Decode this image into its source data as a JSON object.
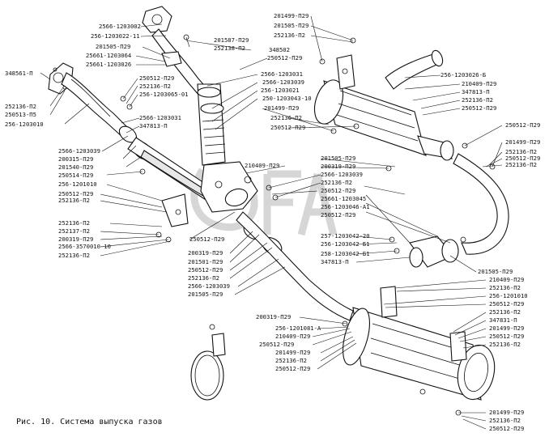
{
  "caption": "Рис. 10. Система выпуска газов",
  "callouts": {
    "c1": "2566-1203002",
    "c2": "256-1203022-11",
    "c3": "201505-П29",
    "c4": "25661-1203064",
    "c5": "25661-1203026",
    "c6": "201587-П29",
    "c7": "252138-П2",
    "c8": "348502",
    "c9": "250512-П29",
    "c10": "2566-1203031",
    "c11": "2566-1203039",
    "c12": "256-1203021",
    "c13": "250-1203043-10",
    "c14": "201499-П29",
    "c15": "201505-П29",
    "c16": "252136-П2",
    "c17": "256-1203026-Б",
    "c18": "210409-П29",
    "c19": "347813-П",
    "c20": "252136-П2",
    "c21": "250512-П29",
    "c22": "201499-П29",
    "c23": "252136-П2",
    "c24": "250512-П29",
    "c25": "348561-П",
    "c26": "252136-П2",
    "c27": "250513-П5",
    "c28": "256-1203010",
    "c29": "250512-П29",
    "c30": "252136-П2",
    "c31": "256-1203065-01",
    "c32": "2566-1203031",
    "c33": "347813-П",
    "c34": "250512-П29",
    "c35": "201499-П29",
    "c36": "252136-П2",
    "c37": "250512-П29",
    "c38": "252136-П2",
    "c39": "2566-1203039",
    "c40": "200315-П29",
    "c41": "201540-П29",
    "c42": "250514-П29",
    "c43": "256-1201010",
    "c44": "250512-П29",
    "c45": "252136-П2",
    "c46": "210409-П29",
    "c47": "201505-П29",
    "c48": "200319-П29",
    "c49": "2566-1203039",
    "c50": "252136-П2",
    "c51": "250512-П29",
    "c52": "25661-1203045",
    "c53": "256-1203046-А1",
    "c54": "250512-П29",
    "c55": "252136-П2",
    "c56": "252137-П2",
    "c57": "200319-П29",
    "c58": "2566-3570010-10",
    "c59": "252136-П2",
    "c60": "250512-П29",
    "c61": "200319-П29",
    "c62": "201501-П29",
    "c63": "250512-П29",
    "c64": "252136-П2",
    "c65": "2566-1203039",
    "c66": "201505-П29",
    "c67": "257-1203042-20",
    "c68": "256-1203042-Б1",
    "c69": "258-1203042-Б1",
    "c70": "347813-П",
    "c71": "201505-П29",
    "c72": "210409-П29",
    "c73": "252136-П2",
    "c74": "256-1201010",
    "c75": "250512-П29",
    "c76": "252136-П2",
    "c77": "347831-П",
    "c78": "201499-П29",
    "c79": "250512-П29",
    "c80": "252136-П2",
    "c81": "200319-П29",
    "c82": "256-1201081-А",
    "c83": "210409-П29",
    "c84": "250512-П29",
    "c85": "201499-П29",
    "c86": "252136-П2",
    "c87": "250512-П29"
  }
}
